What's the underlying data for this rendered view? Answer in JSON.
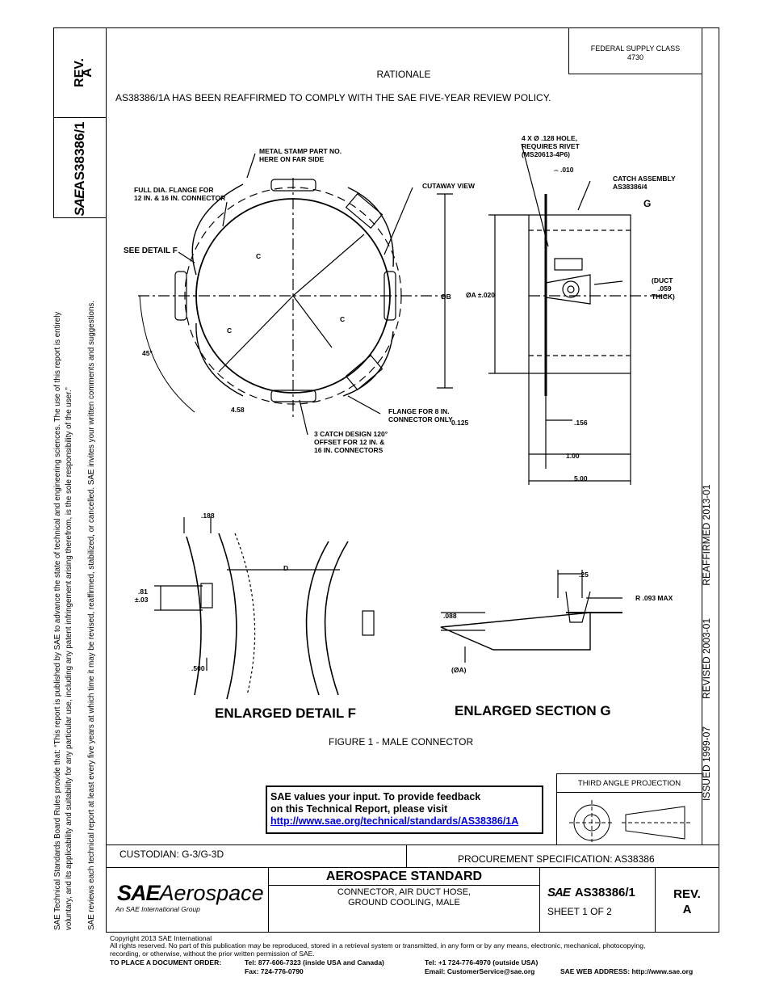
{
  "side_panel": {
    "rev_label": "REV.",
    "rev_value": "A",
    "doc_number": "AS38386/1",
    "sae_logo": "SAE"
  },
  "disclaimer": {
    "line1": "SAE Technical Standards Board Rules provide that: “This report is published by SAE to advance the state of technical and engineering sciences. The use of this report is entirely",
    "line2": "voluntary, and its applicability and suitability for any particular use, including any patent infringement arising therefrom, is the sole responsibility of the user.”",
    "line3": "SAE reviews each technical report at least every five years at which time it may be revised, reaffirmed, stabilized, or cancelled. SAE invites your written comments and suggestions."
  },
  "header": {
    "supply_class_label": "FEDERAL SUPPLY CLASS",
    "supply_class_value": "4730",
    "rationale_title": "RATIONALE",
    "rationale_text": "AS38386/1A HAS BEEN REAFFIRMED TO COMPLY WITH THE SAE FIVE-YEAR REVIEW POLICY."
  },
  "dates": {
    "issued": "ISSUED 1999-07",
    "revised": "REVISED 2003-01",
    "reaffirmed": "REAFFIRMED 2013-01"
  },
  "drawing": {
    "labels": {
      "metal_stamp": "METAL STAMP PART NO.",
      "metal_stamp2": "HERE ON FAR SIDE",
      "full_dia": "FULL DIA. FLANGE FOR",
      "full_dia2": "12 IN. & 16 IN. CONNECTOR",
      "cutaway": "CUTAWAY VIEW",
      "see_detail": "SEE DETAIL F",
      "c": "C",
      "ob": "ØB",
      "angle45": "45°",
      "dim458": "4.58",
      "flange8": "FLANGE FOR 8 IN.",
      "flange8b": "CONNECTOR ONLY",
      "catch1": "3 CATCH DESIGN 120°",
      "catch2": "OFFSET FOR 12 IN. &",
      "catch3": "16 IN. CONNECTORS",
      "hole1": "4 X Ø .128 HOLE,",
      "hole2": "REQUIRES RIVET",
      "hole3": "(MS20613-4P6)",
      "flat010": "⌢ .010",
      "catch_asm1": "CATCH ASSEMBLY",
      "catch_asm2": "AS38386/4",
      "g": "G",
      "duct1": "(DUCT",
      "duct2": ".059",
      "duct3": "THICK)",
      "oa": "ØA ±.020",
      "dim0125": "0.125",
      "dim156": ".156",
      "dim100": "1.00",
      "dim500": "5.00",
      "dim188": ".188",
      "dim81": ".81",
      "dim81b": "±.03",
      "d": "D",
      "dim500b": ".500",
      "dim25": ".25",
      "r093": "R .093 MAX",
      "dim088": ".088",
      "oa2": "(ØA)",
      "enlarged_f": "ENLARGED DETAIL F",
      "enlarged_g": "ENLARGED SECTION G"
    },
    "caption": "FIGURE 1 - MALE CONNECTOR"
  },
  "feedback": {
    "line1": "SAE values your input. To provide feedback",
    "line2": "on this Technical Report, please visit",
    "link": "http://www.sae.org/technical/standards/AS38386/1A"
  },
  "projection": {
    "label": "THIRD ANGLE PROJECTION"
  },
  "title_block": {
    "custodian": "CUSTODIAN: G-3/G-3D",
    "procurement": "PROCUREMENT SPECIFICATION: AS38386",
    "logo_sae": "SAE",
    "logo_aerospace": "Aerospace",
    "logo_sub": "An SAE International Group",
    "standard_title": "AEROSPACE STANDARD",
    "subtitle1": "CONNECTOR, AIR DUCT HOSE,",
    "subtitle2": "GROUND COOLING, MALE",
    "doc_sae": "SAE",
    "doc_number": "AS38386/1",
    "sheet": "SHEET 1 OF 2",
    "rev_label": "REV.",
    "rev_value": "A"
  },
  "footer": {
    "copyright": "Copyright 2013 SAE International",
    "rights1": "All rights reserved. No part of this publication may be reproduced, stored in a retrieval system or transmitted, in any form or by any means, electronic, mechanical, photocopying,",
    "rights2": "recording, or otherwise, without the prior written permission of SAE.",
    "order_label": "TO PLACE A DOCUMENT ORDER:",
    "tel1": "Tel: 877-606-7323 (inside USA and Canada)",
    "fax": "Fax: 724-776-0790",
    "tel2": "Tel: +1 724-776-4970 (outside USA)",
    "email": "Email: CustomerService@sae.org",
    "web": "SAE WEB ADDRESS: http://www.sae.org"
  }
}
